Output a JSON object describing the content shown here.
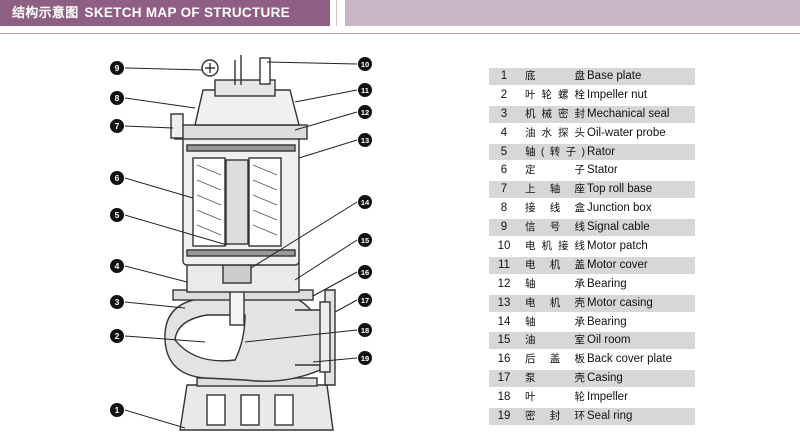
{
  "header": {
    "title_zh": "结构示意图",
    "title_en": "SKETCH MAP OF STRUCTURE"
  },
  "callouts": [
    "1",
    "2",
    "3",
    "4",
    "5",
    "6",
    "7",
    "8",
    "9",
    "10",
    "11",
    "12",
    "13",
    "14",
    "15",
    "16",
    "17",
    "18",
    "19"
  ],
  "legend": [
    {
      "num": "1",
      "zh": "底 盘",
      "en": "Base plate"
    },
    {
      "num": "2",
      "zh": "叶轮螺栓",
      "en": "Impeller nut"
    },
    {
      "num": "3",
      "zh": "机械密封",
      "en": "Mechanical seal"
    },
    {
      "num": "4",
      "zh": "油水探头",
      "en": "Oil-water probe"
    },
    {
      "num": "5",
      "zh": "轴(转子)",
      "en": "Rator"
    },
    {
      "num": "6",
      "zh": "定 子",
      "en": "Stator"
    },
    {
      "num": "7",
      "zh": "上轴座",
      "en": "Top roll base"
    },
    {
      "num": "8",
      "zh": "接线盒",
      "en": "Junction box"
    },
    {
      "num": "9",
      "zh": "信号线",
      "en": "Signal cable"
    },
    {
      "num": "10",
      "zh": "电机接线",
      "en": "Motor patch"
    },
    {
      "num": "11",
      "zh": "电机盖",
      "en": "Motor cover"
    },
    {
      "num": "12",
      "zh": "轴 承",
      "en": "Bearing"
    },
    {
      "num": "13",
      "zh": "电机壳",
      "en": "Motor casing"
    },
    {
      "num": "14",
      "zh": "轴 承",
      "en": "Bearing"
    },
    {
      "num": "15",
      "zh": "油 室",
      "en": "Oil room"
    },
    {
      "num": "16",
      "zh": "后盖板",
      "en": "Back cover plate"
    },
    {
      "num": "17",
      "zh": "泵 壳",
      "en": "Casing"
    },
    {
      "num": "18",
      "zh": "叶 轮",
      "en": "Impeller"
    },
    {
      "num": "19",
      "zh": "密封环",
      "en": "Seal ring"
    }
  ]
}
